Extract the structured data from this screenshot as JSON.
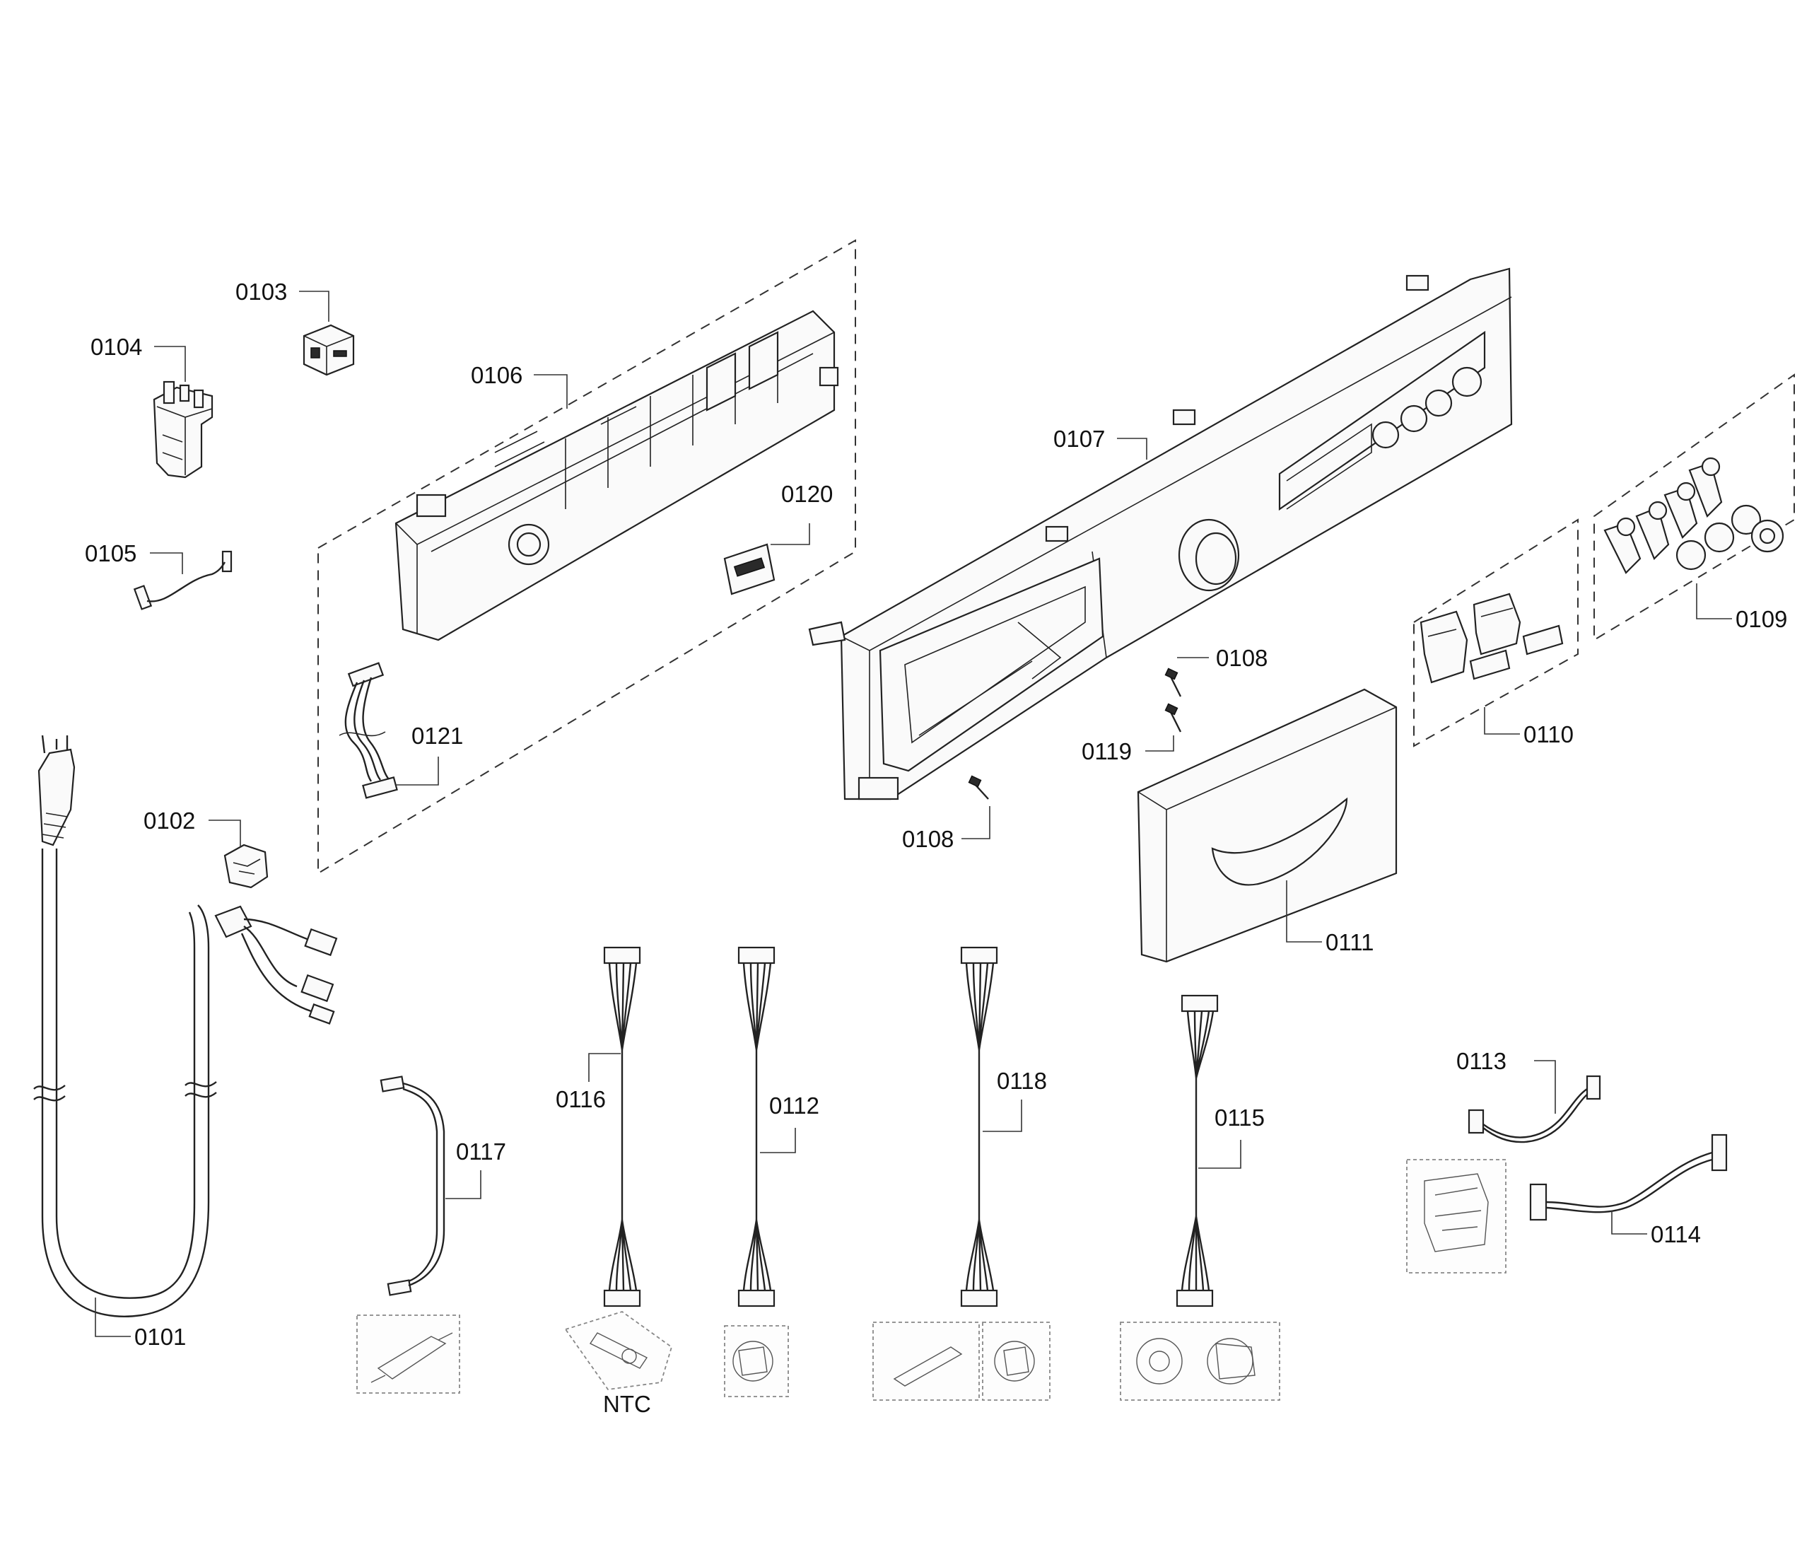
{
  "labels": {
    "p0101": "0101",
    "p0102": "0102",
    "p0103": "0103",
    "p0104": "0104",
    "p0105": "0105",
    "p0106": "0106",
    "p0107": "0107",
    "p0108a": "0108",
    "p0108b": "0108",
    "p0109": "0109",
    "p0110": "0110",
    "p0111": "0111",
    "p0112": "0112",
    "p0113": "0113",
    "p0114": "0114",
    "p0115": "0115",
    "p0116": "0116",
    "p0117": "0117",
    "p0118": "0118",
    "p0119": "0119",
    "p0120": "0120",
    "p0121": "0121",
    "ntc": "NTC"
  }
}
